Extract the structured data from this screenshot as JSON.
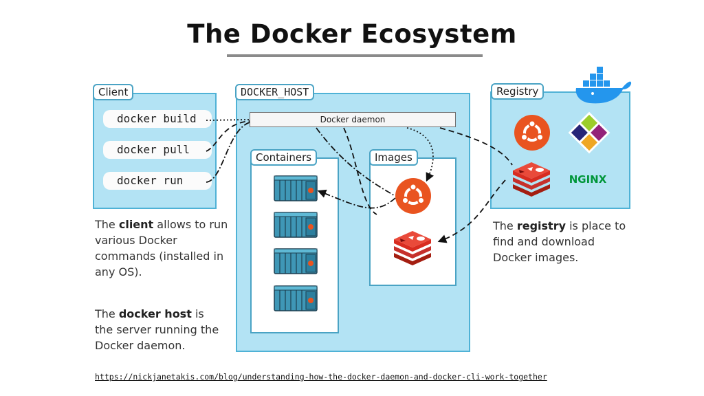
{
  "title": "The Docker Ecosystem",
  "client": {
    "label": "Client",
    "commands": [
      "docker build",
      "docker pull",
      "docker run"
    ]
  },
  "host": {
    "label": "DOCKER_HOST",
    "daemon": "Docker daemon",
    "containers_label": "Containers",
    "images_label": "Images"
  },
  "registry": {
    "label": "Registry",
    "nginx": "NGINX"
  },
  "descriptions": {
    "client": {
      "pre": "The ",
      "bold": "client",
      "post": " allows to run various Docker commands (installed in any OS)."
    },
    "host": {
      "pre": "The ",
      "bold": "docker host",
      "post": " is the server running the Docker daemon."
    },
    "registry": {
      "pre": "The ",
      "bold": "registry",
      "post": " is place to find and download Docker images."
    }
  },
  "source_url": "https://nickjanetakis.com/blog/understanding-how-the-docker-daemon-and-docker-cli-work-together",
  "colors": {
    "panel_fill": "#b3e3f4",
    "panel_border": "#4fb2d6",
    "ubuntu": "#e95420",
    "redis": "#d82c20",
    "docker_blue": "#2496ed",
    "nginx": "#009639"
  }
}
